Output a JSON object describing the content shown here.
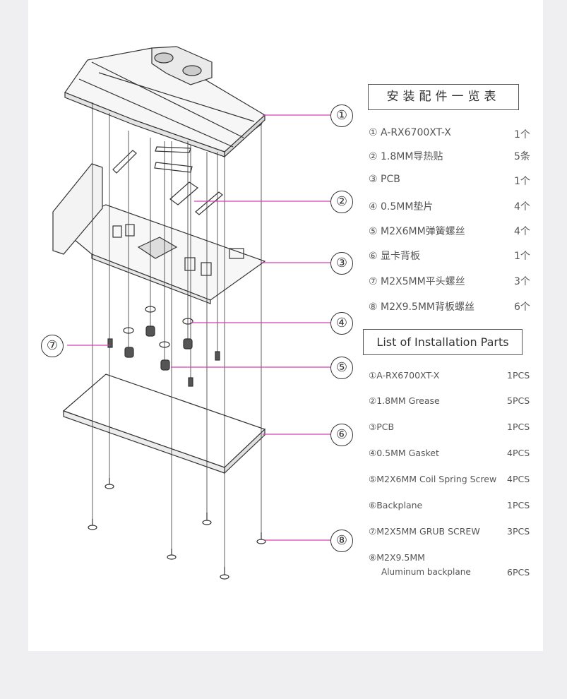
{
  "callouts": [
    "①",
    "②",
    "③",
    "④",
    "⑤",
    "⑥",
    "⑦",
    "⑧"
  ],
  "cn_title": "安装配件一览表",
  "cn_parts": [
    {
      "label": "① A-RX6700XT-X",
      "qty": "1个"
    },
    {
      "label": "② 1.8MM导热贴",
      "qty": "5条"
    },
    {
      "label": "③ PCB",
      "qty": "1个"
    },
    {
      "label": "④ 0.5MM垫片",
      "qty": "4个"
    },
    {
      "label": "⑤ M2X6MM弹簧螺丝",
      "qty": "4个"
    },
    {
      "label": "⑥ 显卡背板",
      "qty": "1个"
    },
    {
      "label": "⑦ M2X5MM平头螺丝",
      "qty": "3个"
    },
    {
      "label": "⑧ M2X9.5MM背板螺丝",
      "qty": "6个"
    }
  ],
  "en_title": "List of Installation Parts",
  "en_parts": [
    {
      "label": "①A-RX6700XT-X",
      "qty": "1PCS"
    },
    {
      "label": "②1.8MM   Grease",
      "qty": "5PCS"
    },
    {
      "label": "③PCB",
      "qty": "1PCS"
    },
    {
      "label": "④0.5MM Gasket",
      "qty": "4PCS"
    },
    {
      "label": "⑤M2X6MM Coil Spring Screw",
      "qty": "4PCS"
    },
    {
      "label": "⑥Backplane",
      "qty": "1PCS"
    },
    {
      "label": "⑦M2X5MM GRUB SCREW",
      "qty": "3PCS"
    },
    {
      "label": "⑧M2X9.5MM",
      "qty": "6PCS"
    }
  ],
  "en_part8_sub": "Aluminum backplane",
  "colors": {
    "leader": "#d93fb5",
    "line": "#333333",
    "box": "#555555"
  }
}
